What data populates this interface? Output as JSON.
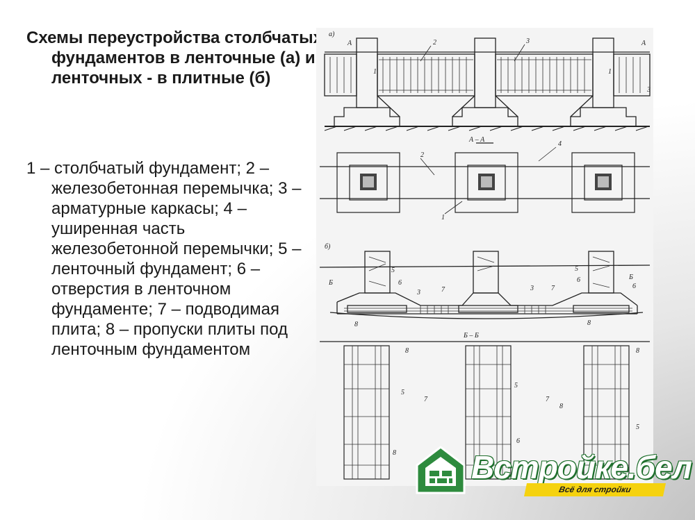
{
  "slide": {
    "title": "Схемы переустройства столбчатых фундаментов в ленточные (а)  и ленточных - в плитные (б)",
    "body": "1 – столбчатый фундамент; 2 – железобетонная перемычка; 3 – арматурные каркасы; 4 – уширенная часть железобетонной перемычки; 5 – ленточный фундамент; 6 – отверстия в ленточном фундаменте; 7 – подводимая плита; 8 – пропуски плиты под ленточным фундаментом"
  },
  "drawing": {
    "label_a": "а)",
    "label_b": "б)",
    "section_aa": "А – А",
    "section_bb": "Б – Б",
    "mark_a": "А",
    "mark_b": "Б",
    "nums": {
      "n1": "1",
      "n2": "2",
      "n3": "3",
      "n4": "4",
      "n5": "5",
      "n6": "6",
      "n7": "7",
      "n8": "8"
    }
  },
  "logo": {
    "name": "Встройке.бел",
    "tagline": "Всё для стройки",
    "colors": {
      "green": "#2e8b3e",
      "yellow": "#f5d20f"
    }
  }
}
